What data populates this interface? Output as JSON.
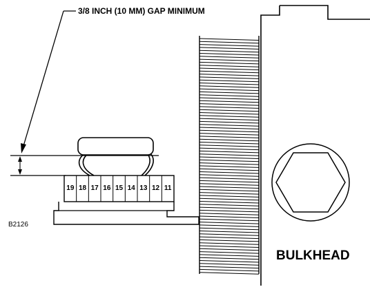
{
  "callout": {
    "gap_label": "3/8 INCH (10 MM) GAP MINIMUM"
  },
  "figure_code": "B2126",
  "bulkhead_label": "BULKHEAD",
  "terminals": [
    "19",
    "18",
    "17",
    "16",
    "15",
    "14",
    "13",
    "12",
    "11"
  ],
  "colors": {
    "line": "#000000",
    "background": "#ffffff"
  }
}
